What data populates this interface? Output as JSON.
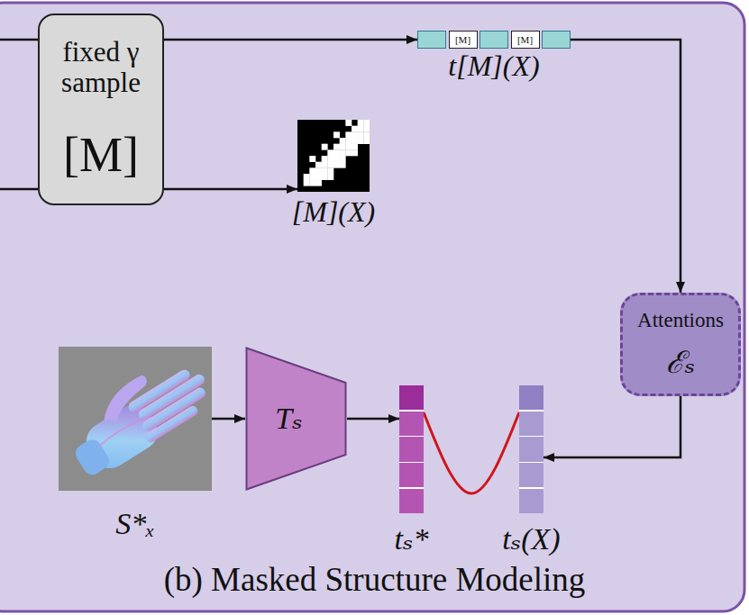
{
  "diagram": {
    "caption": "(b) Masked Structure Modeling",
    "nodes": [
      {
        "text": [
          "fixed γ sample",
          "[M]"
        ]
      },
      {
        "text": [
          "[M]",
          "[M]",
          "t[M](X)"
        ]
      },
      {
        "text": [
          "[M](X)"
        ]
      },
      {
        "text": [
          "Attentions",
          "ℰₛ"
        ]
      },
      {
        "text": [
          "S*ₓ"
        ]
      },
      {
        "text": [
          "Tₛ"
        ]
      },
      {
        "text": [
          "tₛ*"
        ]
      },
      {
        "text": [
          "tₛ(X)"
        ]
      }
    ],
    "edges": [
      {
        "from": 0,
        "to": 1,
        "arrow": "to"
      },
      {
        "from": 0,
        "to": 2,
        "arrow": "to"
      },
      {
        "from": 1,
        "to": 3,
        "arrow": "to"
      },
      {
        "from": 3,
        "to": 7,
        "arrow": "to"
      },
      {
        "from": 4,
        "to": 5,
        "arrow": "to"
      },
      {
        "from": 5,
        "to": 6,
        "arrow": "to"
      },
      {
        "from": 6,
        "to": 7,
        "arrow": "none"
      }
    ]
  }
}
